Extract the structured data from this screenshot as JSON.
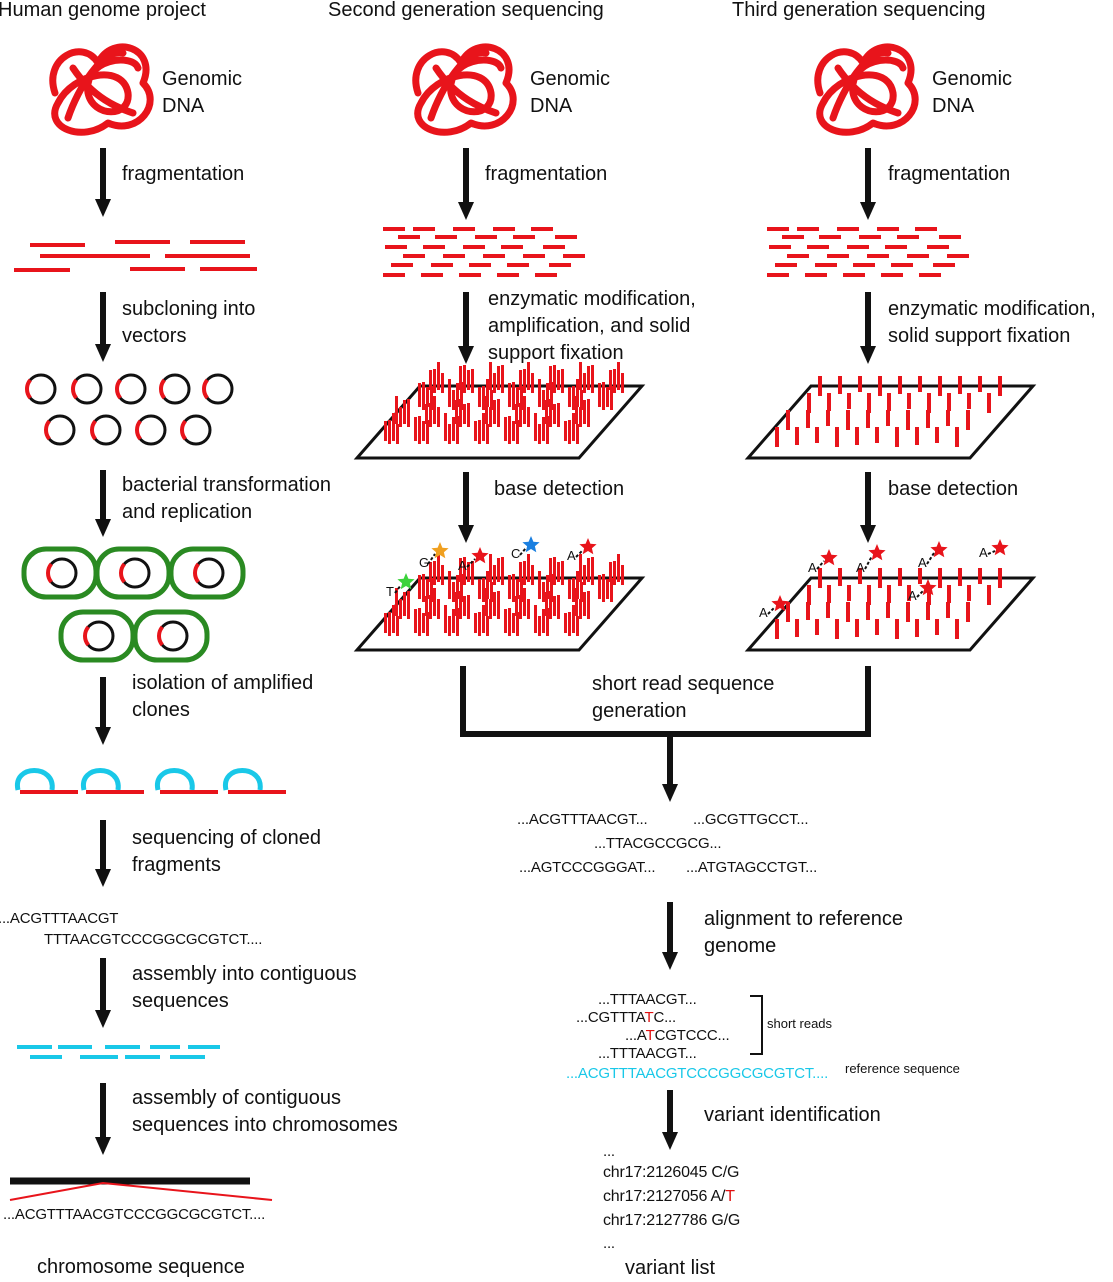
{
  "columns": {
    "hgp": {
      "title": "Human genome project"
    },
    "second": {
      "title": "Second generation sequencing"
    },
    "third": {
      "title": "Third generation sequencing"
    }
  },
  "genomic_dna_label": "Genomic\nDNA",
  "hgp_steps": {
    "fragmentation": "fragmentation",
    "subcloning": "subcloning into\nvectors",
    "transformation": "bacterial transformation\nand replication",
    "isolation": "isolation of amplified\nclones",
    "sequencing": "sequencing of cloned\nfragments",
    "assembly_contigs": "assembly into contiguous\nsequences",
    "assembly_chrom": "assembly of contiguous\nsequences into chromosomes",
    "final": "chromosome sequence"
  },
  "second_steps": {
    "fragmentation": "fragmentation",
    "modification": "enzymatic modification,\namplification, and solid\nsupport fixation",
    "detection": "base detection"
  },
  "third_steps": {
    "fragmentation": "fragmentation",
    "modification": "enzymatic modification,\nsolid support fixation",
    "detection": "base detection"
  },
  "merged_steps": {
    "short_read": "short read sequence\ngeneration",
    "alignment": "alignment to reference\ngenome",
    "variant": "variant identification",
    "final": "variant list"
  },
  "hgp_sequences": {
    "read1": "...ACGTTTAACGT",
    "read2": "TTTAACGTCCCGGCGCGTCT....",
    "chromosome": "...ACGTTTAACGTCCCGGCGCGTCT...."
  },
  "short_reads": {
    "r1": "...ACGTTTAACGT...",
    "r2": "...GCGTTGCCT...",
    "r3": "...TTACGCCGCG...",
    "r4": "...AGTCCCGGGAT...",
    "r5": "...ATGTAGCCTGT..."
  },
  "alignment": {
    "a1": "...TTTAACGT...",
    "a2_pre": "...CGTTTA",
    "a2_var": "T",
    "a2_post": "C...",
    "a3_pre": "...A",
    "a3_var": "T",
    "a3_post": "CGTCCC...",
    "a4": "...TTTAACGT...",
    "bracket_label": "short reads",
    "reference": "...ACGTTTAACGTCCCGGCGCGTCT....",
    "reference_label": "reference sequence"
  },
  "variants": {
    "dots_top": "...",
    "v1": "chr17:2126045 C/G",
    "v2_pre": "chr17:2127056 A/",
    "v2_var": "T",
    "v3": "chr17:2127786 G/G",
    "dots_bottom": "..."
  },
  "base_letters": {
    "second": [
      "G",
      "A",
      "C",
      "A",
      "T"
    ],
    "third": [
      "A",
      "A",
      "A",
      "A",
      "A",
      "A"
    ]
  },
  "colors": {
    "dna": "#e8141b",
    "arrow": "#111111",
    "bacteria": "#2a8a22",
    "clone": "#19c8e8",
    "reference": "#19c8e8",
    "variant": "#e01010",
    "star_red": "#e8141b",
    "star_orange": "#f0a020",
    "star_blue": "#1a7fe0",
    "star_green": "#3cd23c"
  }
}
